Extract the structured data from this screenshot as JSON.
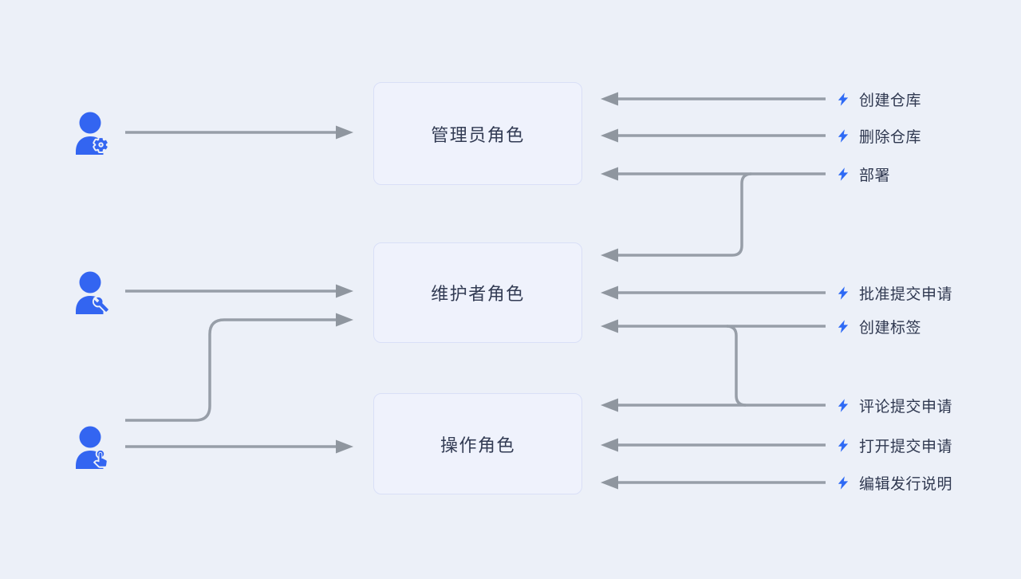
{
  "colors": {
    "page_background": "#ecf0f8",
    "role_box_background": "#eff2fc",
    "role_box_border": "#d9dff7",
    "connector_line": "#979ea8",
    "arrowhead": "#8f969f",
    "user_icon_blue": "#3365f1",
    "bolt_icon_blue": "#2e6af5",
    "text_dark": "#323b53"
  },
  "roles": [
    {
      "label": "管理员角色"
    },
    {
      "label": "维护者角色"
    },
    {
      "label": "操作角色"
    }
  ],
  "users": [
    {
      "icon": "user-gear-icon"
    },
    {
      "icon": "user-wrench-icon"
    },
    {
      "icon": "user-touch-icon"
    }
  ],
  "actions": [
    {
      "label": "创建仓库",
      "icon": "bolt-icon"
    },
    {
      "label": "删除仓库",
      "icon": "bolt-icon"
    },
    {
      "label": "部署",
      "icon": "bolt-icon"
    },
    {
      "label": "批准提交申请",
      "icon": "bolt-icon"
    },
    {
      "label": "创建标签",
      "icon": "bolt-icon"
    },
    {
      "label": "评论提交申请",
      "icon": "bolt-icon"
    },
    {
      "label": "打开提交申请",
      "icon": "bolt-icon"
    },
    {
      "label": "编辑发行说明",
      "icon": "bolt-icon"
    }
  ]
}
